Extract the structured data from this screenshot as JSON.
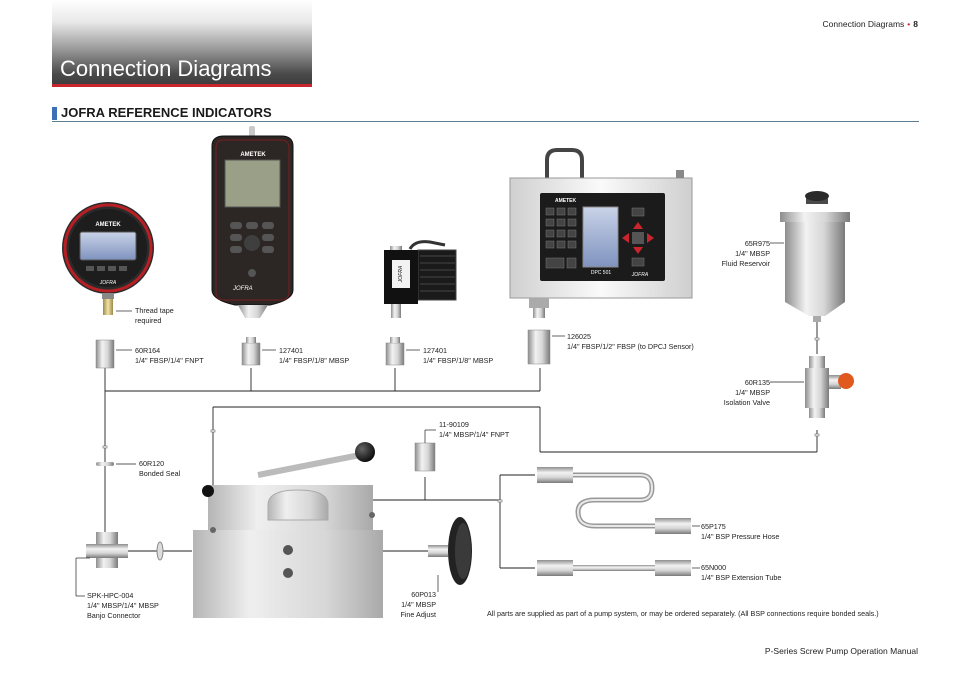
{
  "header": {
    "section_name": "Connection Diagrams",
    "page_number": "8"
  },
  "title": "Connection Diagrams",
  "section": "JOFRA REFERENCE INDICATORS",
  "devices": {
    "brand": "AMETEK",
    "gauge_brand": "JOFRA",
    "handheld_brand": "JOFRA",
    "dpc_model": "DPC 501",
    "dpc_brand": "JOFRA",
    "module_brand": "JOFRA"
  },
  "parts": [
    {
      "id": "thread_tape",
      "lines": [
        "Thread tape",
        "required"
      ]
    },
    {
      "id": "60R164",
      "lines": [
        "60R164",
        "1/4\" FBSP/1/4\" FNPT"
      ]
    },
    {
      "id": "127401_a",
      "lines": [
        "127401",
        "1/4\" FBSP/1/8\" MBSP"
      ]
    },
    {
      "id": "127401_b",
      "lines": [
        "127401",
        "1/4\" FBSP/1/8\" MBSP"
      ]
    },
    {
      "id": "126025",
      "lines": [
        "126025",
        "1/4\" FBSP/1/2\" FBSP (to DPCJ Sensor)"
      ]
    },
    {
      "id": "65R975",
      "lines": [
        "65R975",
        "1/4\" MBSP",
        "Fluid Reservoir"
      ]
    },
    {
      "id": "60R135",
      "lines": [
        "60R135",
        "1/4\" MBSP",
        "Isolation Valve"
      ]
    },
    {
      "id": "11-90109",
      "lines": [
        "11-90109",
        "1/4\" MBSP/1/4\" FNPT"
      ]
    },
    {
      "id": "60R120",
      "lines": [
        "60R120",
        "Bonded Seal"
      ]
    },
    {
      "id": "65P175",
      "lines": [
        "65P175",
        "1/4\" BSP Pressure Hose"
      ]
    },
    {
      "id": "65N000",
      "lines": [
        "65N000",
        "1/4\" BSP Extension Tube"
      ]
    },
    {
      "id": "SPK-HPC-004",
      "lines": [
        "SPK-HPC-004",
        "1/4\" MBSP/1/4\" MBSP",
        "Banjo Connector"
      ]
    },
    {
      "id": "60P013",
      "lines": [
        "60P013",
        "1/4\" MBSP",
        "Fine Adjust"
      ]
    }
  ],
  "footer_note": "All parts are supplied as part of a pump system, or may be ordered separately.  (All BSP connections require bonded seals.)",
  "manual_title": "P-Series Screw Pump Operation Manual",
  "colors": {
    "accent_red": "#c8262c",
    "section_blue": "#3d6fb6",
    "rule": "#5e7f93"
  }
}
